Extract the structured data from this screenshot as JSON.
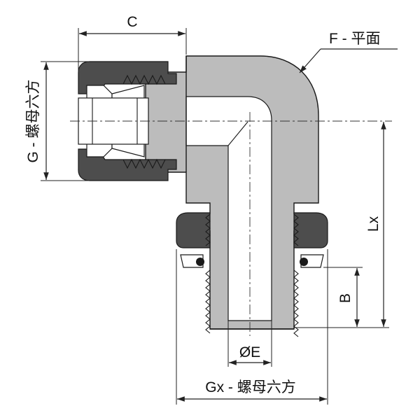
{
  "labels": {
    "c": "C",
    "f": "F - 平面",
    "g": "G - 螺母六方",
    "lx": "Lx",
    "b": "B",
    "e": "ØE",
    "gx": "Gx - 螺母六方"
  },
  "colors": {
    "body": "#bcbcbc",
    "nut": "#4d4d4d",
    "line": "#1a1a1a",
    "background": "#ffffff"
  }
}
